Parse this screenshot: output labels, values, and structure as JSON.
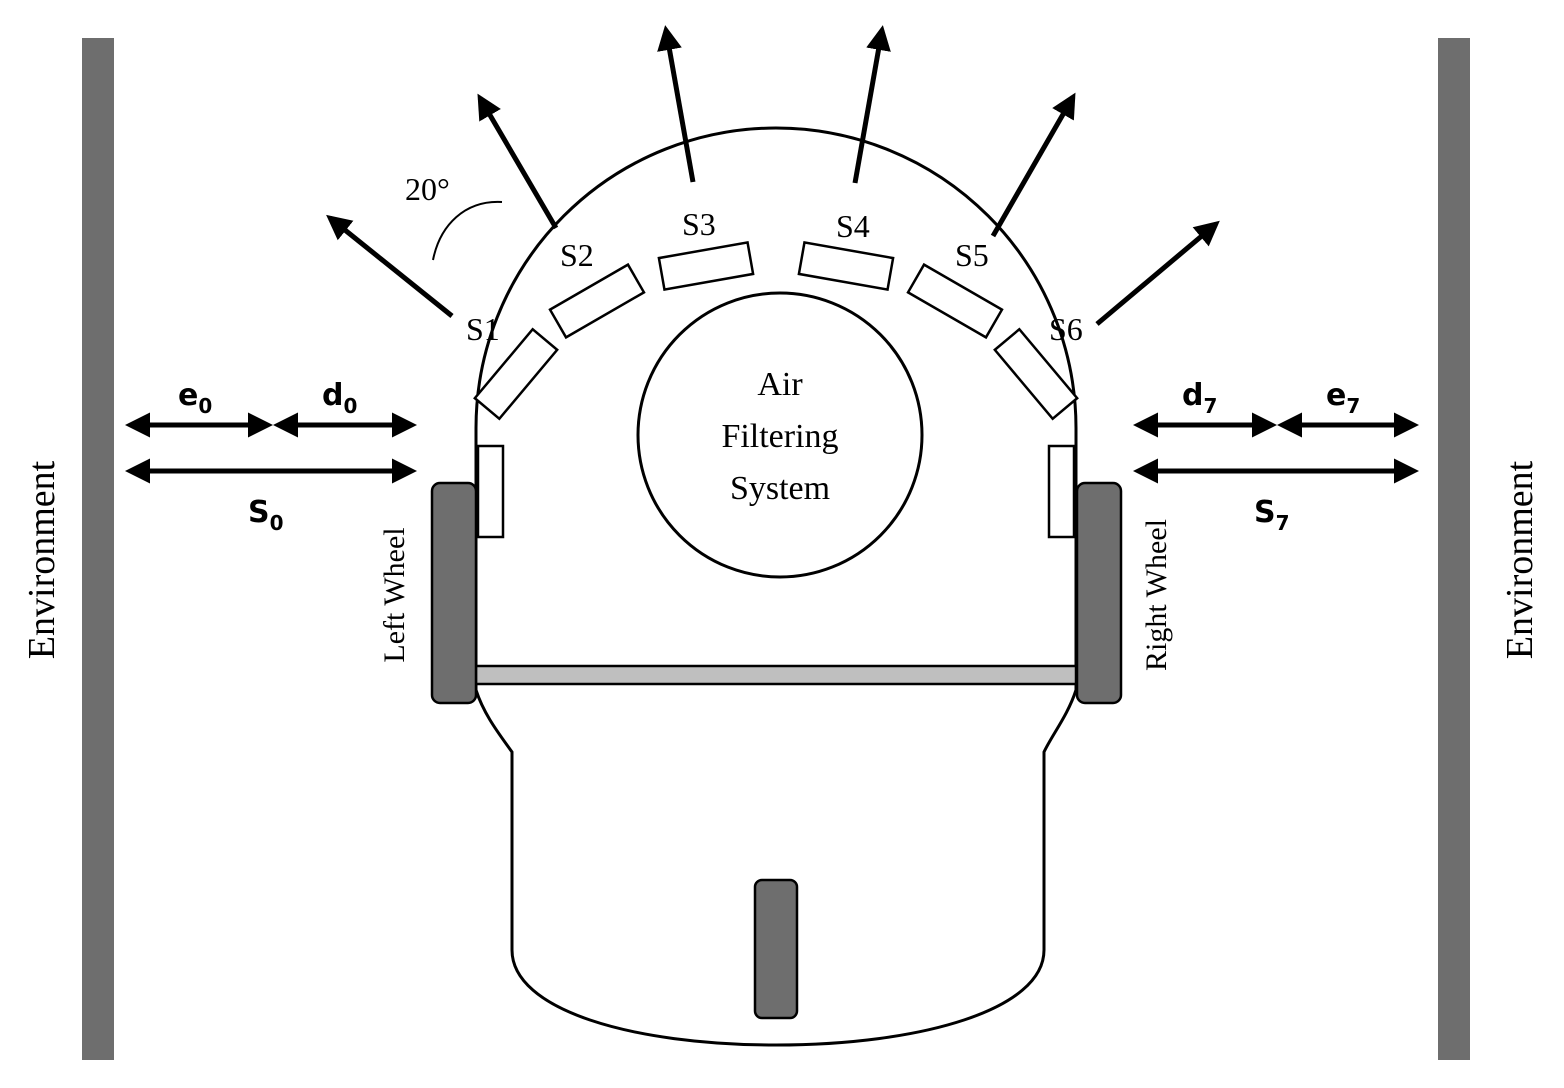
{
  "environment": {
    "left_label": "Environment",
    "right_label": "Environment"
  },
  "sensors": {
    "s1": "S1",
    "s2": "S2",
    "s3": "S3",
    "s4": "S4",
    "s5": "S5",
    "s6": "S6"
  },
  "angle_label": "20°",
  "core": {
    "line1": "Air",
    "line2": "Filtering",
    "line3": "System"
  },
  "wheels": {
    "left": "Left Wheel",
    "right": "Right Wheel"
  },
  "distances": {
    "e0": {
      "base": "e",
      "sub": "0"
    },
    "d0": {
      "base": "d",
      "sub": "0"
    },
    "s0": {
      "base": "S",
      "sub": "0"
    },
    "d7": {
      "base": "d",
      "sub": "7"
    },
    "e7": {
      "base": "e",
      "sub": "7"
    },
    "s7": {
      "base": "S",
      "sub": "7"
    }
  },
  "colors": {
    "wall": "#6e6e6e",
    "wheel": "#6e6e6e",
    "axle": "#bfbfbf",
    "stroke": "#000000"
  }
}
